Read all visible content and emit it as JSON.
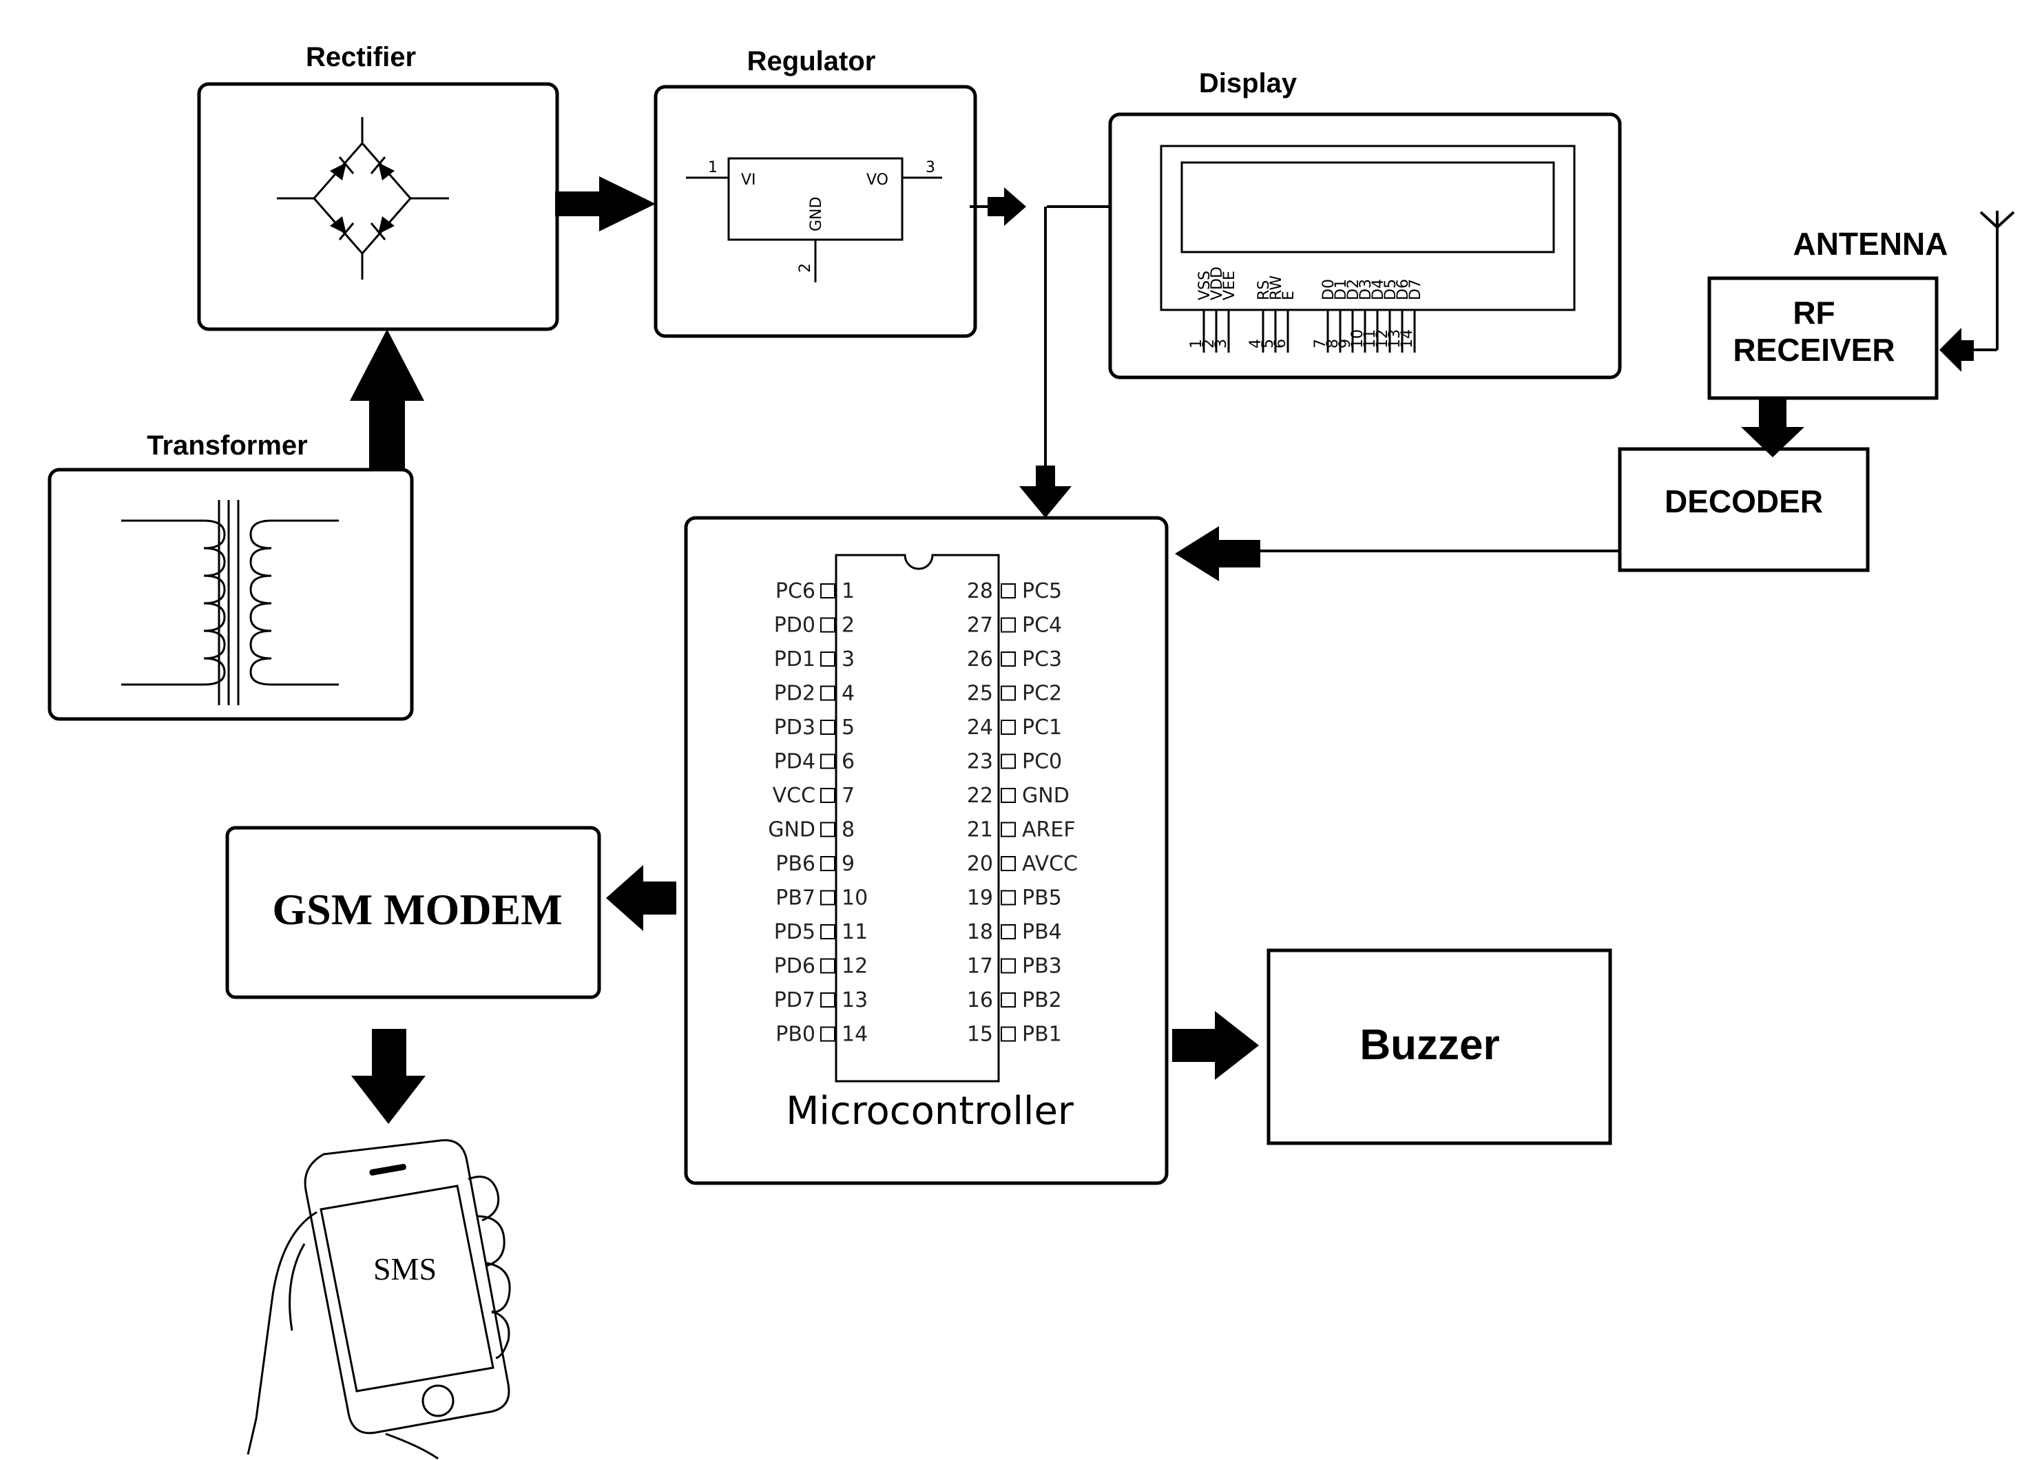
{
  "blocks": {
    "rectifier": "Rectifier",
    "regulator": "Regulator",
    "display": "Display",
    "transformer": "Transformer",
    "antenna": "ANTENNA",
    "rf_receiver_line1": "RF",
    "rf_receiver_line2": "RECEIVER",
    "decoder": "DECODER",
    "gsm_modem": "GSM MODEM",
    "buzzer": "Buzzer",
    "microcontroller": "Microcontroller",
    "sms": "SMS"
  },
  "regulator_pins": {
    "vi": "VI",
    "vo": "VO",
    "gnd": "GND",
    "pin1": "1",
    "pin2": "2",
    "pin3": "3"
  },
  "lcd_pins": [
    {
      "name": "VSS",
      "num": "1"
    },
    {
      "name": "VDD",
      "num": "2"
    },
    {
      "name": "VEE",
      "num": "3"
    },
    {
      "name": "RS",
      "num": "4"
    },
    {
      "name": "RW",
      "num": "5"
    },
    {
      "name": "E",
      "num": "6"
    },
    {
      "name": "D0",
      "num": "7"
    },
    {
      "name": "D1",
      "num": "8"
    },
    {
      "name": "D2",
      "num": "9"
    },
    {
      "name": "D3",
      "num": "10"
    },
    {
      "name": "D4",
      "num": "11"
    },
    {
      "name": "D5",
      "num": "12"
    },
    {
      "name": "D6",
      "num": "13"
    },
    {
      "name": "D7",
      "num": "14"
    }
  ],
  "mcu_left_pins": [
    {
      "name": "PC6",
      "num": "1"
    },
    {
      "name": "PD0",
      "num": "2"
    },
    {
      "name": "PD1",
      "num": "3"
    },
    {
      "name": "PD2",
      "num": "4"
    },
    {
      "name": "PD3",
      "num": "5"
    },
    {
      "name": "PD4",
      "num": "6"
    },
    {
      "name": "VCC",
      "num": "7"
    },
    {
      "name": "GND",
      "num": "8"
    },
    {
      "name": "PB6",
      "num": "9"
    },
    {
      "name": "PB7",
      "num": "10"
    },
    {
      "name": "PD5",
      "num": "11"
    },
    {
      "name": "PD6",
      "num": "12"
    },
    {
      "name": "PD7",
      "num": "13"
    },
    {
      "name": "PB0",
      "num": "14"
    }
  ],
  "mcu_right_pins": [
    {
      "name": "PC5",
      "num": "28"
    },
    {
      "name": "PC4",
      "num": "27"
    },
    {
      "name": "PC3",
      "num": "26"
    },
    {
      "name": "PC2",
      "num": "25"
    },
    {
      "name": "PC1",
      "num": "24"
    },
    {
      "name": "PC0",
      "num": "23"
    },
    {
      "name": "GND",
      "num": "22"
    },
    {
      "name": "AREF",
      "num": "21"
    },
    {
      "name": "AVCC",
      "num": "20"
    },
    {
      "name": "PB5",
      "num": "19"
    },
    {
      "name": "PB4",
      "num": "18"
    },
    {
      "name": "PB3",
      "num": "17"
    },
    {
      "name": "PB2",
      "num": "16"
    },
    {
      "name": "PB1",
      "num": "15"
    }
  ]
}
